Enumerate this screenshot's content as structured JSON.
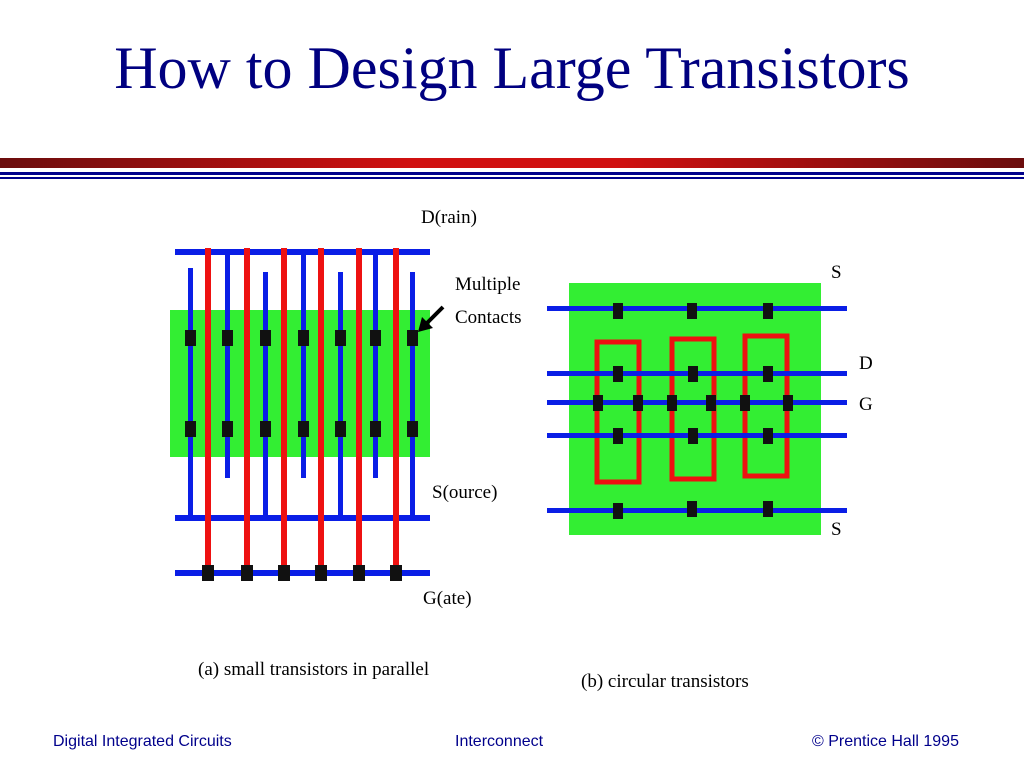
{
  "slide": {
    "title": "How to Design Large Transistors"
  },
  "diagram_a": {
    "drain_label": "D(rain)",
    "source_label": "S(ource)",
    "gate_label": "G(ate)",
    "contacts_label_line1": "Multiple",
    "contacts_label_line2": "Contacts",
    "caption": "(a) small transistors in parallel"
  },
  "diagram_b": {
    "s_top_label": "S",
    "d_label": "D",
    "g_label": "G",
    "s_bottom_label": "S",
    "caption": "(b) circular transistors"
  },
  "footer": {
    "left": "Digital Integrated Circuits",
    "center": "Interconnect",
    "right": "© Prentice Hall 1995"
  },
  "colors": {
    "title": "#000080",
    "diffusion": "#33ee33",
    "metal": "#0a1ee6",
    "poly": "#ee1111",
    "contact": "#111111",
    "footer": "#00008b"
  }
}
